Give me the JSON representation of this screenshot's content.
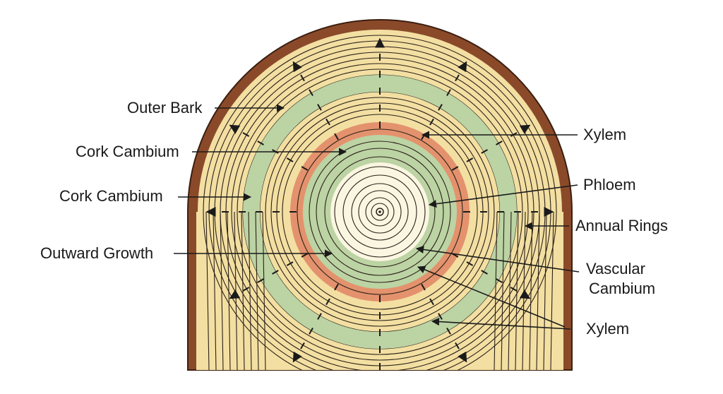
{
  "labels": {
    "outer_bark": "Outer Bark",
    "cork_cambium_1": "Cork Cambium",
    "cork_cambium_2": "Cork Cambium",
    "outward_growth": "Outward Growth",
    "xylem_top": "Xylem",
    "phloem": "Phloem",
    "annual_rings": "Annual Rings",
    "vascular_line1": "Vascular",
    "vascular_line2": "Cambium",
    "xylem_bottom": "Xylem"
  },
  "colors": {
    "bark": "#8a4a2a",
    "sapwood": "#f3dfa2",
    "green_band": "#bcd3a4",
    "orange_band": "#e3926d",
    "heartwood": "#fbf6e2"
  }
}
